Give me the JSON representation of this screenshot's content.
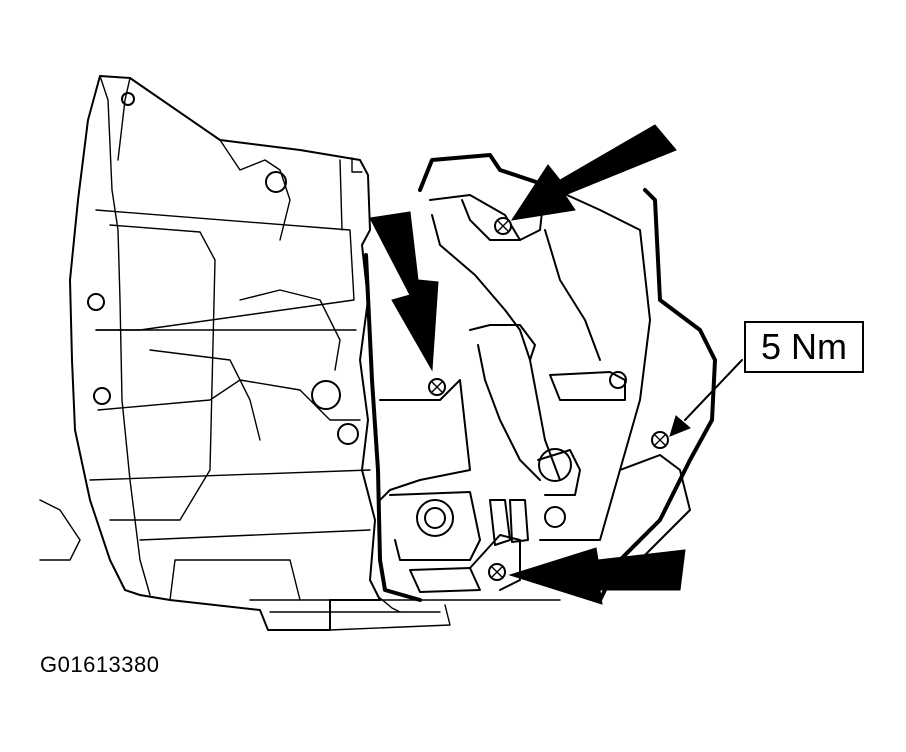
{
  "callout": {
    "torque": "5 Nm"
  },
  "figure": {
    "id": "G01613380"
  },
  "diagram": {
    "subject": "transmission-housing",
    "fasteners_marked": 4,
    "arrow_color": "#000000",
    "line_color": "#000000",
    "background": "#ffffff"
  }
}
